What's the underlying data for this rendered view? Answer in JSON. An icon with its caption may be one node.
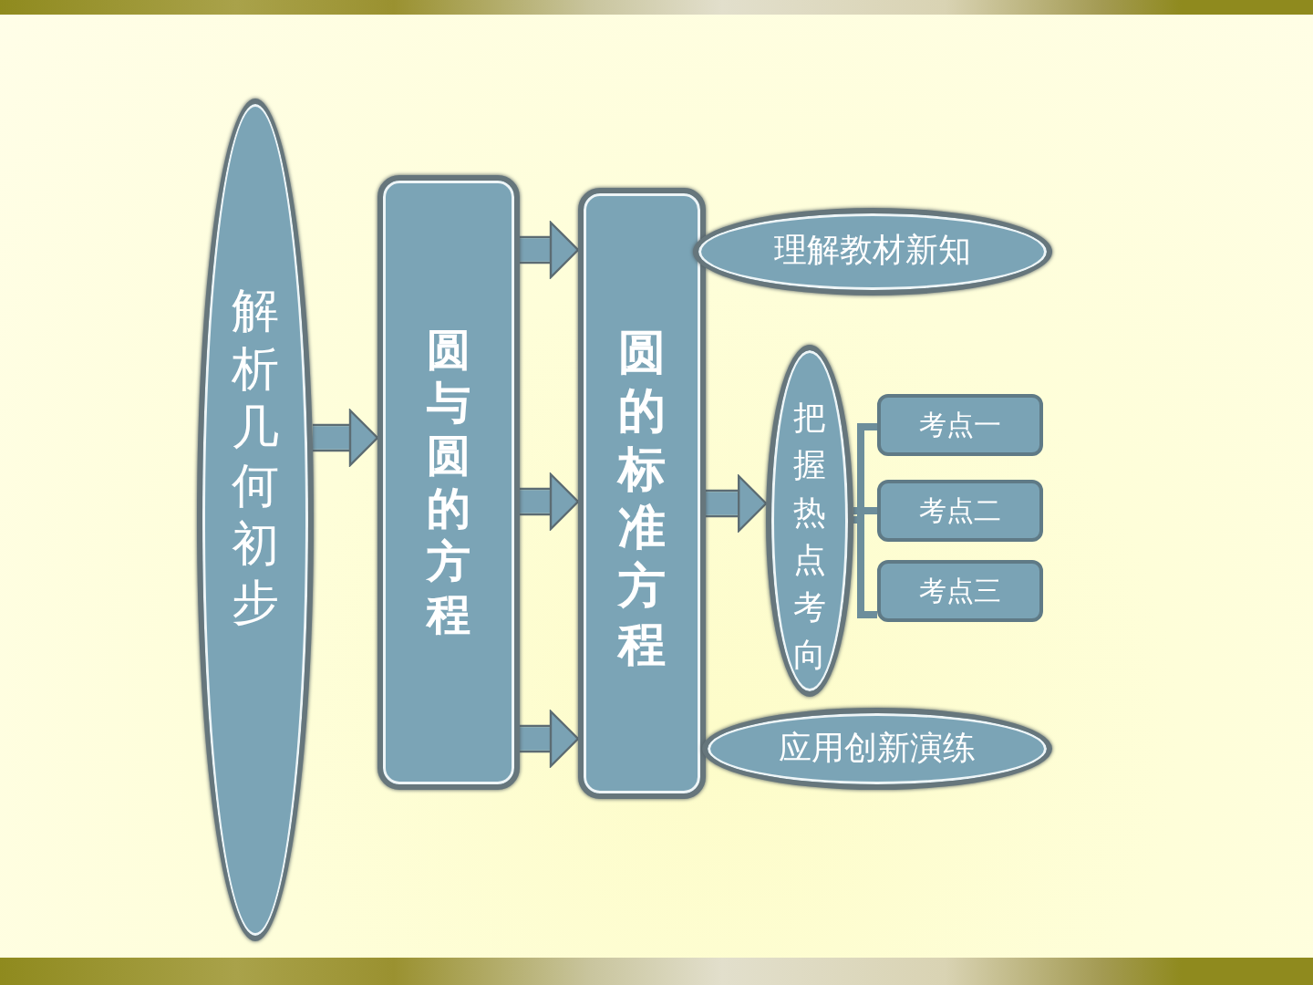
{
  "diagram": {
    "nodes": [
      {
        "text": [
          "解析几何初步"
        ]
      },
      {
        "text": [
          "圆与圆的方程"
        ]
      },
      {
        "text": [
          "圆的标准方程"
        ]
      },
      {
        "text": [
          "理解教材新知"
        ]
      },
      {
        "text": [
          "把握热点考向"
        ]
      },
      {
        "text": [
          "考点一"
        ]
      },
      {
        "text": [
          "考点二"
        ]
      },
      {
        "text": [
          "考点三"
        ]
      },
      {
        "text": [
          "应用创新演练"
        ]
      }
    ],
    "edges": [
      {
        "from": 0,
        "to": 1,
        "arrow": "to"
      },
      {
        "from": 1,
        "to": 2,
        "arrow": "to"
      },
      {
        "from": 1,
        "to": 2,
        "arrow": "to"
      },
      {
        "from": 1,
        "to": 2,
        "arrow": "to"
      },
      {
        "from": 2,
        "to": 4,
        "arrow": "to"
      },
      {
        "from": 4,
        "to": 5,
        "arrow": "none",
        "style": "thick"
      },
      {
        "from": 4,
        "to": 6,
        "arrow": "none",
        "style": "thick"
      },
      {
        "from": 4,
        "to": 7,
        "arrow": "none",
        "style": "thick"
      }
    ]
  }
}
